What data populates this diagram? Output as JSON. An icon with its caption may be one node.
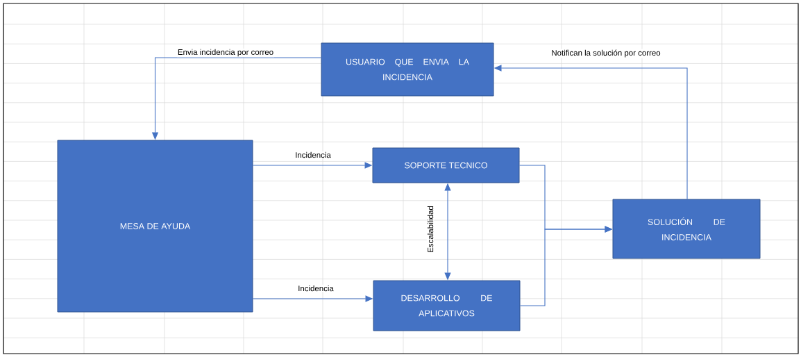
{
  "diagram": {
    "nodes": [
      {
        "text": [
          "USUARIO QUE ENVIA LA INCIDENCIA"
        ]
      },
      {
        "text": [
          "MESA DE AYUDA"
        ]
      },
      {
        "text": [
          "SOPORTE TECNICO"
        ]
      },
      {
        "text": [
          "DESARROLLO DE APLICATIVOS"
        ]
      },
      {
        "text": [
          "SOLUCIÓN DE INCIDENCIA"
        ]
      }
    ],
    "edges": [
      {
        "from": 0,
        "to": 1,
        "arrow": "to",
        "label": "Envia incidencia por correo"
      },
      {
        "from": 1,
        "to": 2,
        "arrow": "to",
        "label": "Incidencia"
      },
      {
        "from": 1,
        "to": 3,
        "arrow": "to",
        "label": "Incidencia"
      },
      {
        "from": 2,
        "to": 3,
        "arrow": "both",
        "label": "Escalabilidad"
      },
      {
        "from": 2,
        "to": 4,
        "arrow": "to"
      },
      {
        "from": 3,
        "to": 4,
        "arrow": "to"
      },
      {
        "from": 4,
        "to": 0,
        "arrow": "to",
        "label": "Notifican la solución por correo"
      }
    ]
  }
}
